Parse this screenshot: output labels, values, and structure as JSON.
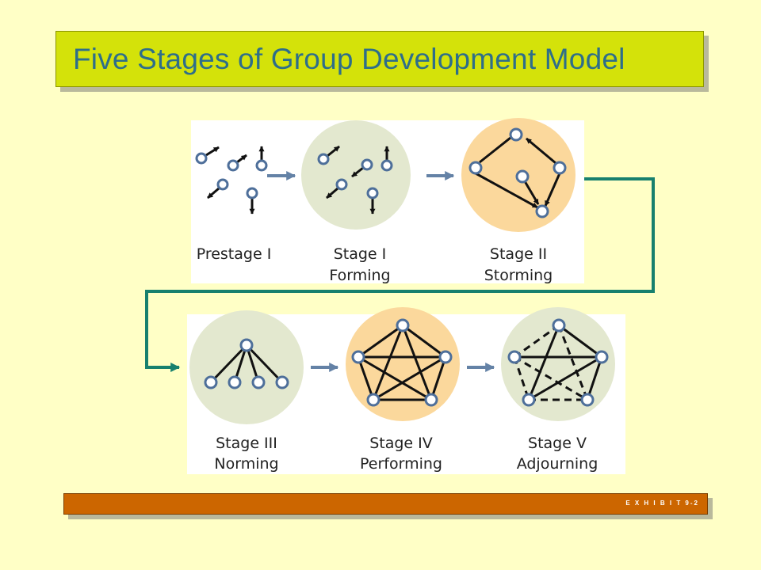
{
  "title": "Five Stages of Group Development Model",
  "exhibit": "E X H I B I T  9-2",
  "stages": [
    {
      "line1": "Prestage I",
      "line2": ""
    },
    {
      "line1": "Stage I",
      "line2": "Forming"
    },
    {
      "line1": "Stage II",
      "line2": "Storming"
    },
    {
      "line1": "Stage III",
      "line2": "Norming"
    },
    {
      "line1": "Stage IV",
      "line2": "Performing"
    },
    {
      "line1": "Stage V",
      "line2": "Adjourning"
    }
  ],
  "colors": {
    "background": "#ffffc6",
    "title_bar": "#d4e20a",
    "title_text": "#2e6e8a",
    "exhibit_bar": "#cc6600",
    "connector": "#17806e",
    "green_circle": "#e3e8cf",
    "orange_circle": "#fbd89c",
    "node_stroke": "#4e6f9a",
    "step_arrow": "#6482a6"
  }
}
